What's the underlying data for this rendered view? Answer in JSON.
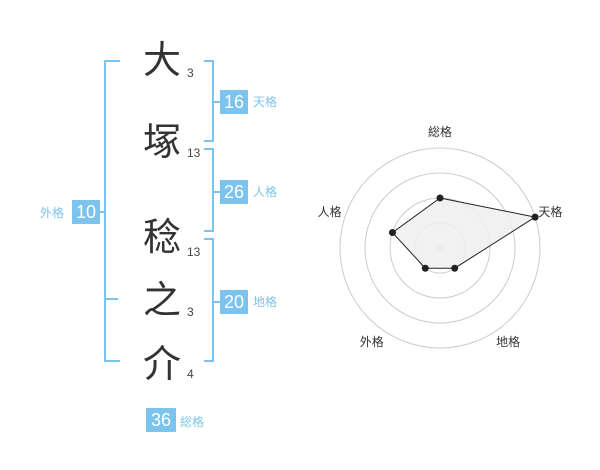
{
  "name": {
    "chars": [
      {
        "char": "大",
        "strokes": "3"
      },
      {
        "char": "塚",
        "strokes": "13"
      },
      {
        "char": "稔",
        "strokes": "13"
      },
      {
        "char": "之",
        "strokes": "3"
      },
      {
        "char": "介",
        "strokes": "4"
      }
    ]
  },
  "kaku": {
    "gaikaku": {
      "value": "10",
      "label": "外格"
    },
    "tenkaku": {
      "value": "16",
      "label": "天格"
    },
    "jinkaku": {
      "value": "26",
      "label": "人格"
    },
    "chikaku": {
      "value": "20",
      "label": "地格"
    },
    "soukaku": {
      "value": "36",
      "label": "総格"
    }
  },
  "chart_data": {
    "type": "radar",
    "axes": [
      "総格",
      "天格",
      "地格",
      "外格",
      "人格"
    ],
    "values": [
      2,
      4,
      1,
      1,
      2
    ],
    "rmax": 4,
    "rings": 4,
    "colors": {
      "fill": "#eeeeee",
      "line": "#222222",
      "grid": "#cccccc",
      "accent": "#7cc4ee"
    }
  }
}
